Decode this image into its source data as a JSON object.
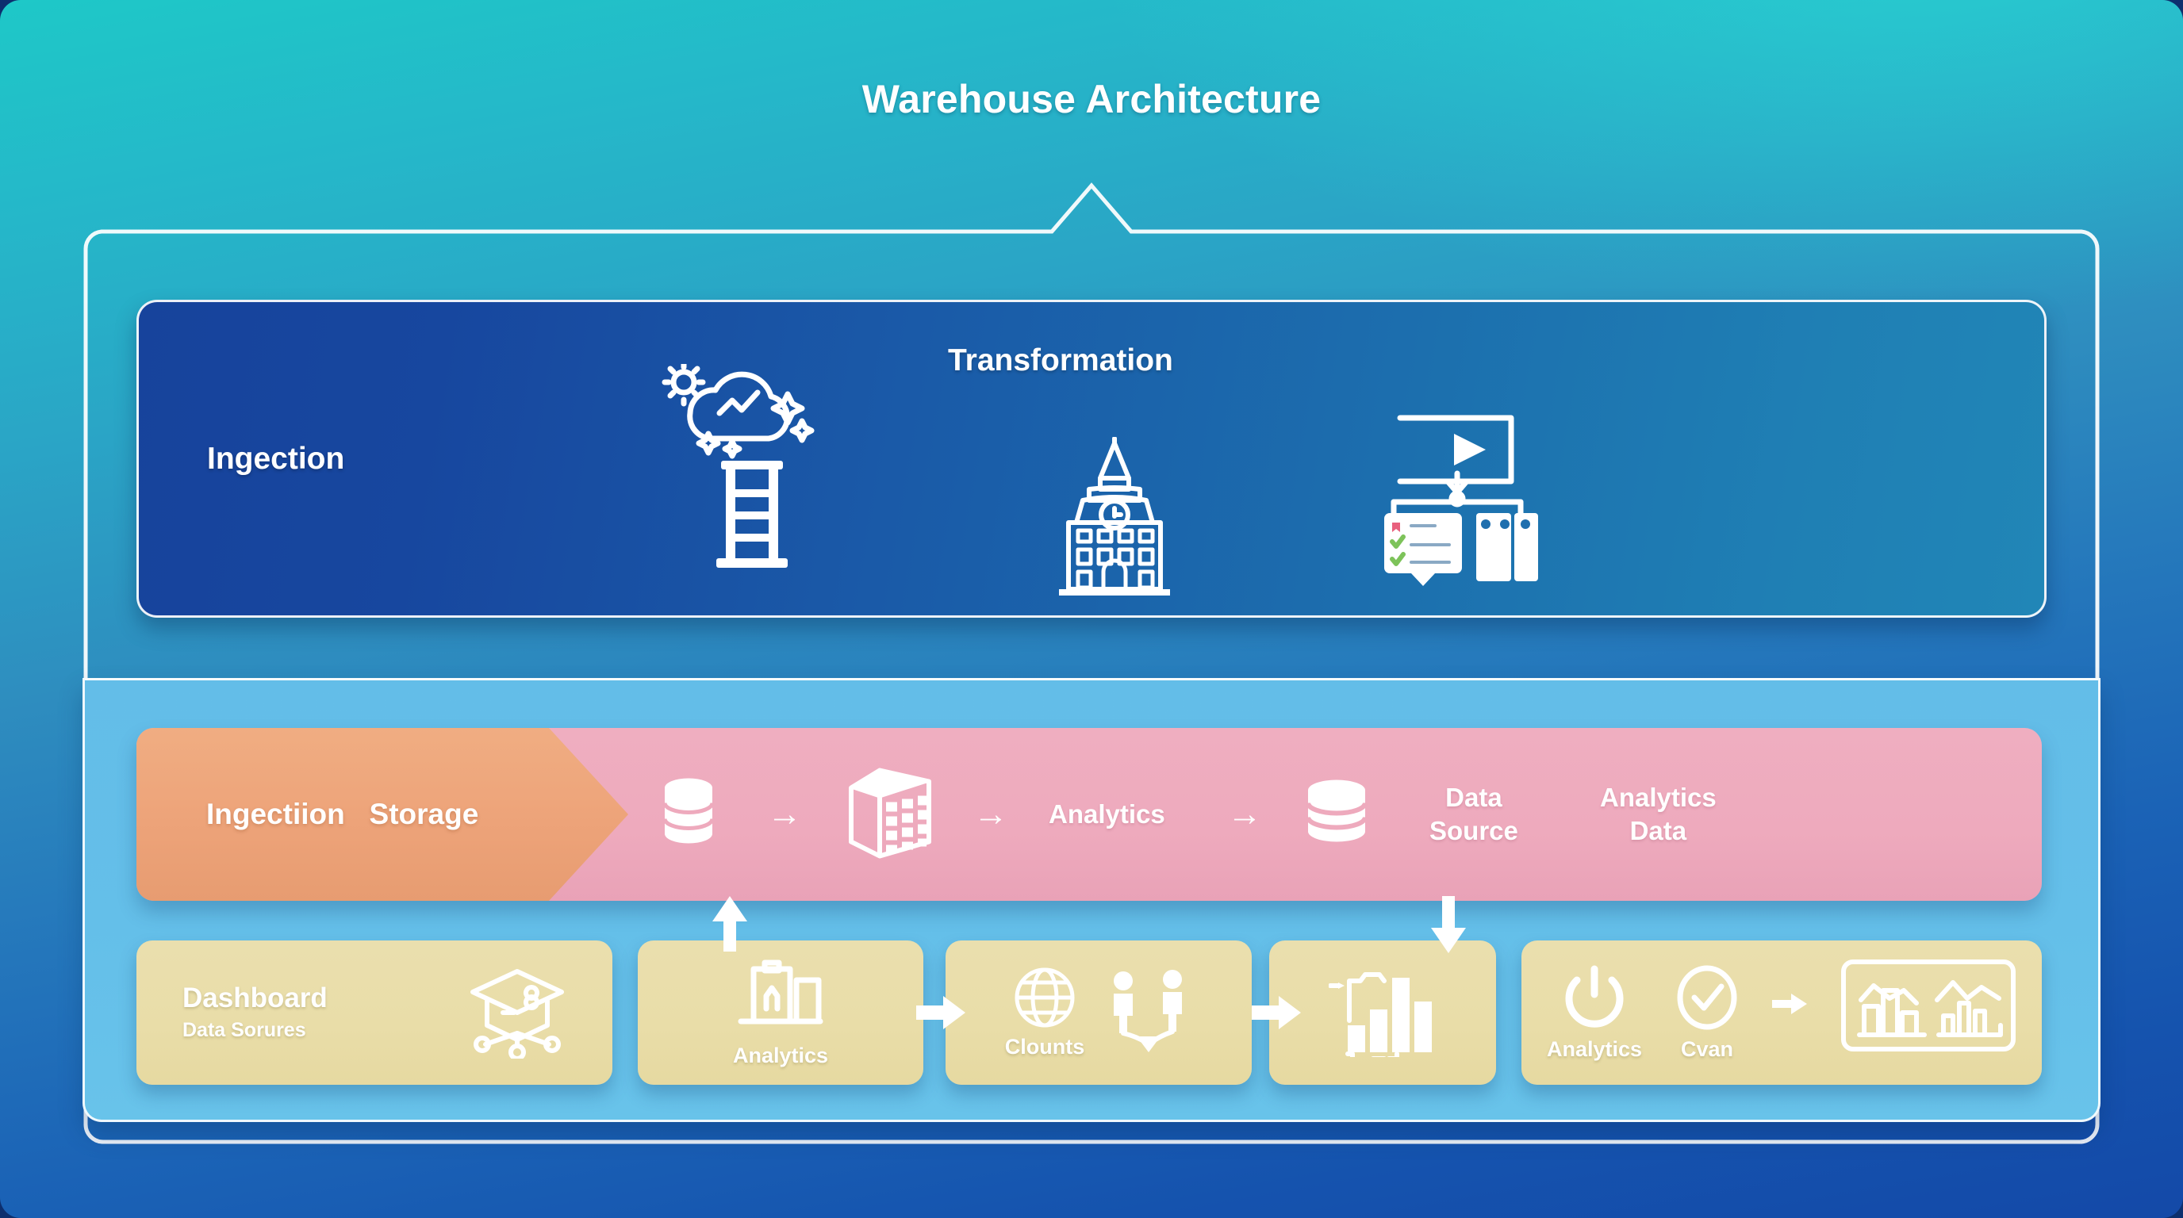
{
  "page": {
    "title": "Warehouse Architecture",
    "background_top_color": "#1ec8c8",
    "background_bottom_color": "#1449a8"
  },
  "dark_band": {
    "color": "#17479f",
    "left_label": "Ingection",
    "center_label": "Transformation",
    "icons": [
      {
        "name": "cloud-sparkle-icon"
      },
      {
        "name": "ladder-tower-icon"
      },
      {
        "name": "clock-tower-building-icon"
      },
      {
        "name": "video-presentation-checklist-icon"
      }
    ]
  },
  "light_panel": {
    "color": "#63bde8"
  },
  "pink_band": {
    "color": "#eeaabd",
    "chevron": {
      "color": "#f0ad82",
      "label": "Ingectiion   Storage"
    },
    "items": [
      {
        "type": "icon",
        "name": "database-cylinder-icon"
      },
      {
        "type": "arrow",
        "glyph": "→"
      },
      {
        "type": "icon",
        "name": "server-building-3d-icon"
      },
      {
        "type": "arrow",
        "glyph": "→"
      },
      {
        "type": "text",
        "label": "Analytics"
      },
      {
        "type": "arrow",
        "glyph": "→"
      },
      {
        "type": "icon",
        "name": "database-disc-icon"
      },
      {
        "type": "text",
        "label": "Data\nSource",
        "line1": "Data",
        "line2": "Source"
      },
      {
        "type": "text",
        "label": "Analytics\nData",
        "line1": "Analytics",
        "line2": "Data"
      }
    ]
  },
  "cards": {
    "color": "#e9dda8",
    "items": [
      {
        "id": "dashboard",
        "title": "Dashboard",
        "subtitle": "Data Sorures",
        "icon": "graduation-cap-network-icon"
      },
      {
        "id": "analytics-clipboard",
        "label": "Analytics",
        "icon": "clipboard-chart-icon"
      },
      {
        "id": "clounts",
        "label": "Clounts",
        "icon": "globe-icon",
        "icon2": "two-people-merge-arrow-icon"
      },
      {
        "id": "barchart",
        "label": "",
        "icon": "bar-chart-icon"
      },
      {
        "id": "analytics-cvan",
        "label": "Analytics",
        "label2": "Cvan",
        "icon": "power-button-icon",
        "icon2": "check-circle-icon",
        "icon3": "chart-panel-icon"
      }
    ]
  },
  "connectors": [
    {
      "name": "up-arrow-analytics-to-pink",
      "direction": "up"
    },
    {
      "name": "right-arrow-analytics-to-clounts",
      "direction": "right"
    },
    {
      "name": "right-arrow-clounts-to-barchart",
      "direction": "right"
    },
    {
      "name": "down-arrow-pink-to-barchart",
      "direction": "down"
    }
  ]
}
